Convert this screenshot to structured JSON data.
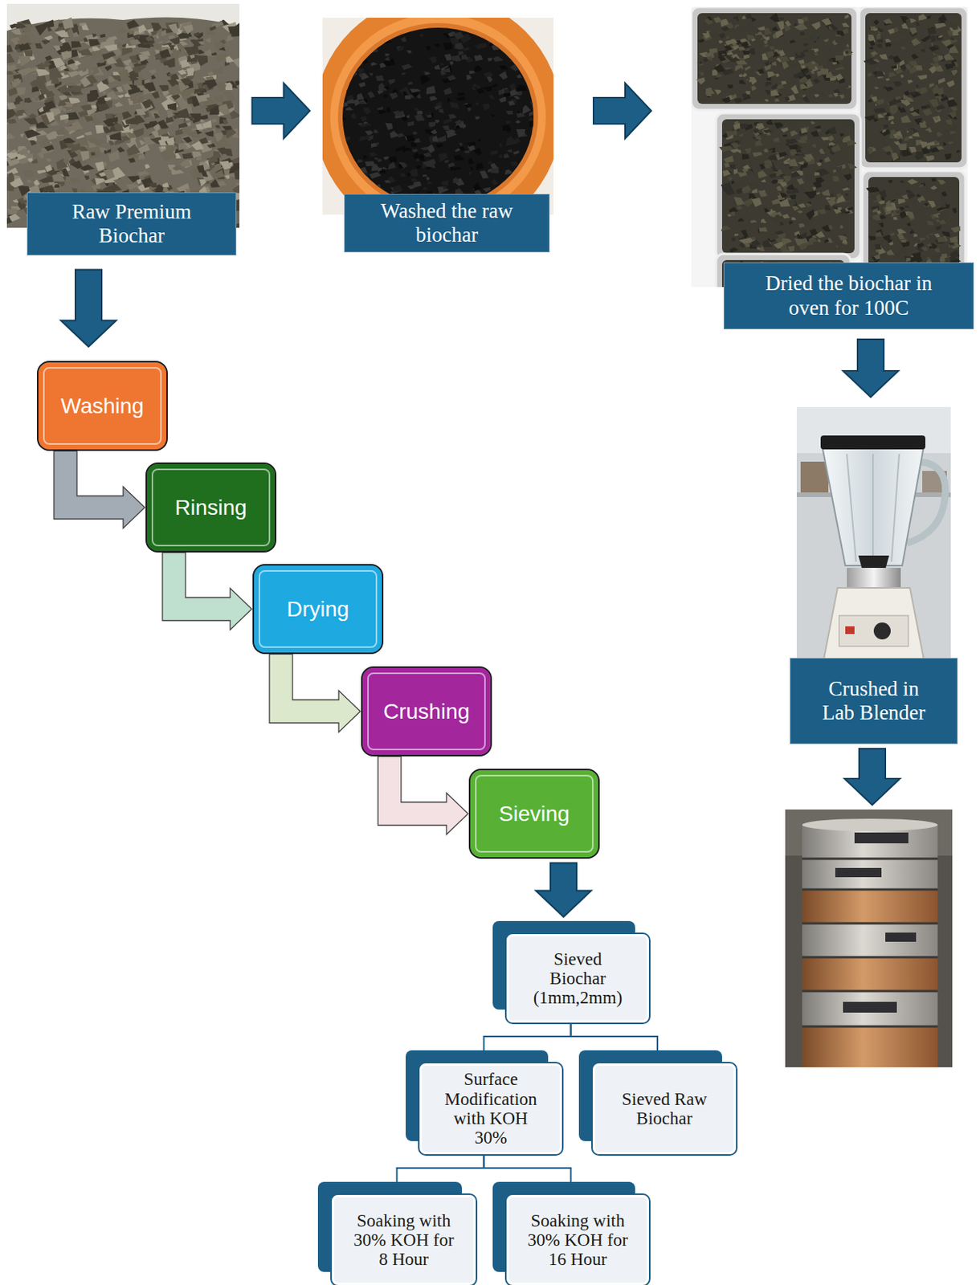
{
  "diagram": {
    "nodes": [
      {
        "text": [
          "Raw Premium Biochar"
        ]
      },
      {
        "text": [
          "Washed the raw biochar"
        ]
      },
      {
        "text": [
          "Dried the biochar in oven for 100C"
        ]
      },
      {
        "text": [
          "Crushed in Lab Blender"
        ]
      },
      {
        "text": [
          "Washing"
        ]
      },
      {
        "text": [
          "Rinsing"
        ]
      },
      {
        "text": [
          "Drying"
        ]
      },
      {
        "text": [
          "Crushing"
        ]
      },
      {
        "text": [
          "Sieving"
        ]
      },
      {
        "text": [
          "Sieved Biochar (1mm,2mm)"
        ]
      },
      {
        "text": [
          "Surface Modification with KOH 30%"
        ]
      },
      {
        "text": [
          "Sieved Raw Biochar"
        ]
      },
      {
        "text": [
          "Soaking with 30% KOH for 8 Hour"
        ]
      },
      {
        "text": [
          "Soaking with 30% KOH for 16 Hour"
        ]
      }
    ],
    "edges": [
      {
        "from": 0,
        "to": 1,
        "arrow": "to"
      },
      {
        "from": 1,
        "to": 2,
        "arrow": "to"
      },
      {
        "from": 2,
        "to": 3,
        "arrow": "to"
      },
      {
        "from": 0,
        "to": 4,
        "arrow": "to"
      },
      {
        "from": 4,
        "to": 5,
        "arrow": "to"
      },
      {
        "from": 5,
        "to": 6,
        "arrow": "to"
      },
      {
        "from": 6,
        "to": 7,
        "arrow": "to"
      },
      {
        "from": 7,
        "to": 8,
        "arrow": "to"
      },
      {
        "from": 8,
        "to": 9,
        "arrow": "to"
      },
      {
        "from": 9,
        "to": 10,
        "arrow": "none"
      },
      {
        "from": 9,
        "to": 11,
        "arrow": "none"
      },
      {
        "from": 10,
        "to": 12,
        "arrow": "none"
      },
      {
        "from": 10,
        "to": 13,
        "arrow": "none"
      }
    ]
  }
}
